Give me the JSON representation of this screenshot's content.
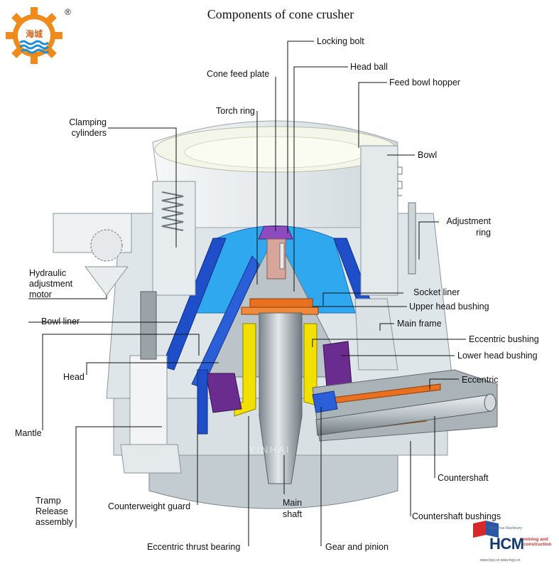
{
  "title": "Components of cone crusher",
  "logo": {
    "characters": "海城",
    "registered_mark": "®"
  },
  "watermark": "YINHAI",
  "labels": {
    "locking_bolt": "Locking bolt",
    "head_ball": "Head ball",
    "feed_bowl_hopper": "Feed bowl hopper",
    "cone_feed_plate": "Cone feed plate",
    "torch_ring": "Torch ring",
    "clamping_cylinders_1": "Clamping",
    "clamping_cylinders_2": "cylinders",
    "bowl": "Bowl",
    "adjustment_ring_1": "Adjustment",
    "adjustment_ring_2": "ring",
    "hydraulic_motor_1": "Hydraulic",
    "hydraulic_motor_2": "adjustment",
    "hydraulic_motor_3": "motor",
    "socket_liner": "Socket liner",
    "upper_head_bushing": "Upper head bushing",
    "bowl_liner": "Bowl liner",
    "main_frame": "Main frame",
    "eccentric_bushing": "Eccentric bushing",
    "lower_head_bushing": "Lower head bushing",
    "head": "Head",
    "eccentric": "Eccentric",
    "mantle": "Mantle",
    "countershaft": "Countershaft",
    "tramp_1": "Tramp",
    "tramp_2": "Release",
    "tramp_3": "assembly",
    "counterweight_guard": "Counterweight guard",
    "main_shaft_1": "Main",
    "main_shaft_2": "shaft",
    "countershaft_bushings": "Countershaft bushings",
    "eccentric_thrust_bearing": "Eccentric thrust bearing",
    "gear_and_pinion": "Gear and pinion"
  },
  "badge": {
    "brand": "HCM",
    "sub_1": "mining and",
    "sub_2": "construction",
    "tagline": "Shenzhou Machinery",
    "web": "www.hcjx.cn  www.hcjx.cn"
  },
  "colors": {
    "logo_orange": "#f08a1a",
    "logo_blue": "#1e8fd6",
    "steel_light": "#e9eef0",
    "steel_mid": "#c9d3d8",
    "liner_blue": "#1f4fc8",
    "bushing_orange": "#e8701e",
    "bushing_yellow": "#f2e000",
    "bushing_purple": "#6a2d8f",
    "shaft_grey": "#a6adb2",
    "cyan_cavity": "#30a8f0"
  }
}
